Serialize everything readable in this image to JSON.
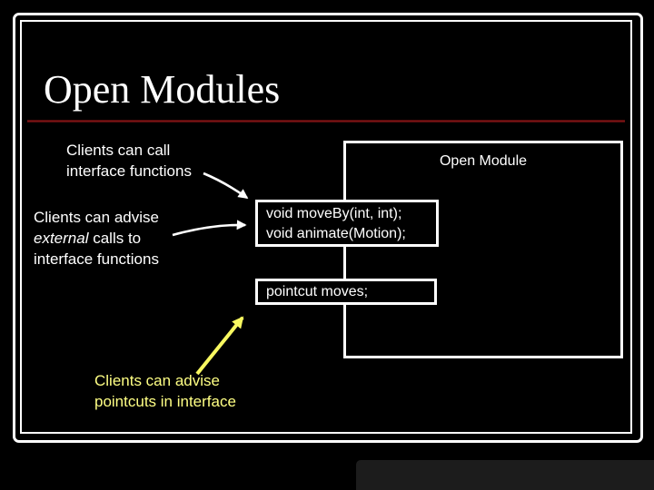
{
  "slide": {
    "title": "Open Modules",
    "labels": {
      "call": {
        "line1": "Clients can call",
        "line2": "interface functions"
      },
      "advise_external": {
        "line1": "Clients can advise",
        "line2_italic": "external",
        "line2_rest": " calls to",
        "line3": "interface functions"
      },
      "advise_pointcuts": {
        "line1": "Clients can advise",
        "line2": "pointcuts in interface"
      }
    },
    "diagram": {
      "module_label": "Open Module",
      "code_line1": "void moveBy(int, int);",
      "code_line2": "void animate(Motion);",
      "pointcut_text": "pointcut moves;"
    }
  },
  "colors": {
    "background": "#000000",
    "frame": "#ffffff",
    "text": "#ffffff",
    "accent_rule": "#8a1617",
    "yellow": "#ffff84",
    "arrow_white": "#ffffff",
    "arrow_yellow": "#f8f860",
    "bottom_bar": "#1c1c1c"
  }
}
